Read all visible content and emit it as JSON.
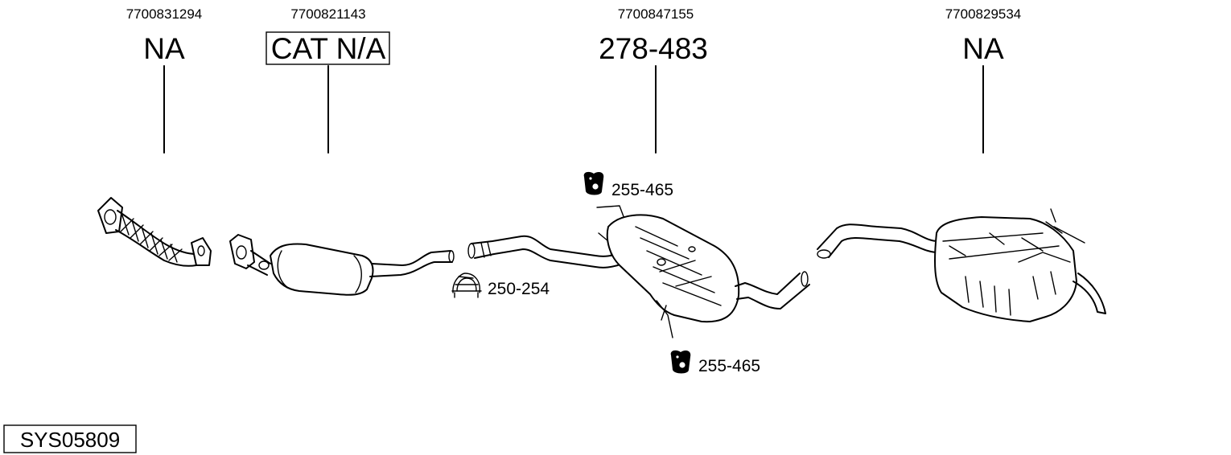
{
  "parts": [
    {
      "oem": "7700831294",
      "code": "NA",
      "boxed": false
    },
    {
      "oem": "7700821143",
      "code": "CAT N/A",
      "boxed": true
    },
    {
      "oem": "7700847155",
      "code": "278-483",
      "boxed": false
    },
    {
      "oem": "7700829534",
      "code": "NA",
      "boxed": false
    }
  ],
  "accessories": [
    {
      "code": "255-465",
      "icon": "rubber-hanger-icon"
    },
    {
      "code": "250-254",
      "icon": "u-clamp-icon"
    },
    {
      "code": "255-465",
      "icon": "rubber-hanger-icon"
    }
  ],
  "system_code": "SYS05809"
}
